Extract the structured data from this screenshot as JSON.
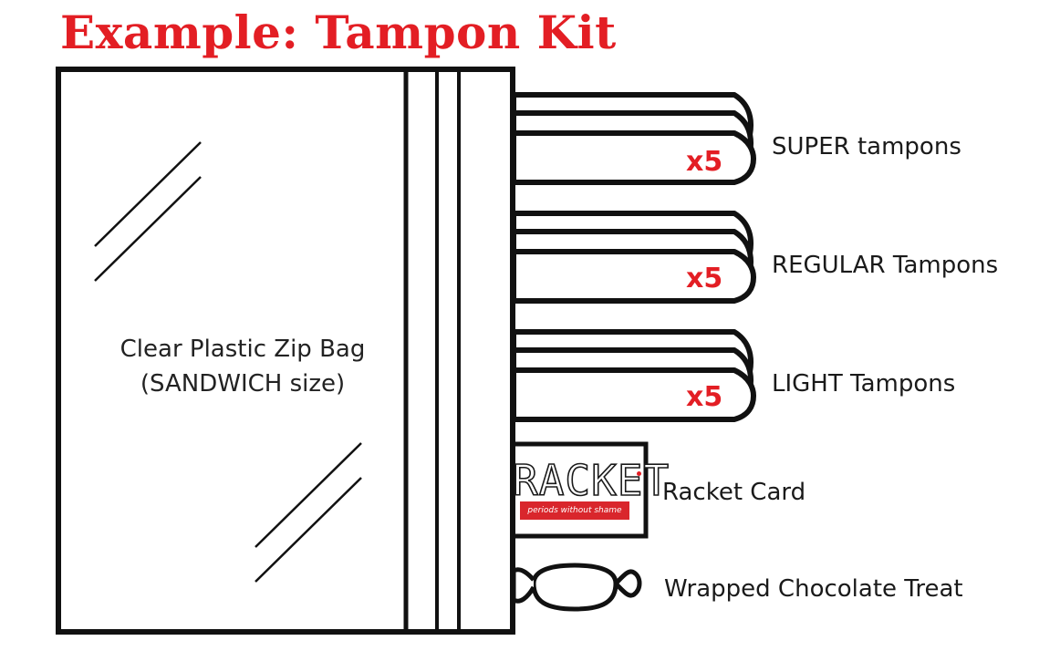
{
  "title": "Example: Tampon Kit",
  "bag": {
    "label_line1": "Clear Plastic Zip Bag",
    "label_line2": "(SANDWICH size)"
  },
  "items": [
    {
      "label": "SUPER tampons",
      "quantity": "x5"
    },
    {
      "label": "REGULAR Tampons",
      "quantity": "x5"
    },
    {
      "label": "LIGHT Tampons",
      "quantity": "x5"
    },
    {
      "label": "Racket Card"
    },
    {
      "label": "Wrapped Chocolate Treat"
    }
  ],
  "card": {
    "logo_text": "RACKET",
    "banner_text": "periods without shame"
  },
  "colors": {
    "accent": "#e31e24",
    "stroke": "#111111"
  }
}
